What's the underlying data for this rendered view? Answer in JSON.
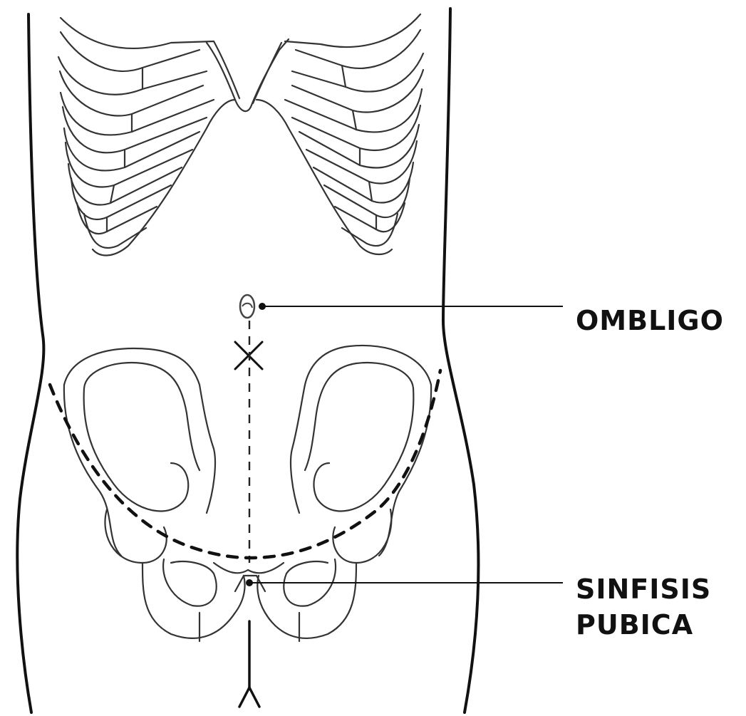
{
  "labels": {
    "navel": "OMBLIGO",
    "symphysis_line1": "SINFISIS",
    "symphysis_line2": "PUBICA"
  },
  "colors": {
    "ink": "#111111",
    "bone_line": "#333333",
    "background": "#ffffff"
  }
}
